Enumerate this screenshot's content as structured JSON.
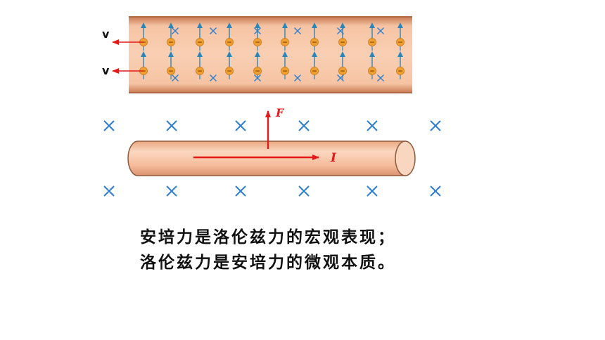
{
  "diagram": {
    "velocity_label": "v",
    "force_label": "F",
    "current_label": "I",
    "electron_sign": "−",
    "field_symbol": "×"
  },
  "caption": {
    "line1": "安培力是洛伦兹力的宏观表现；",
    "line2": "洛伦兹力是安培力的微观本质。"
  },
  "colors": {
    "wire_fill": "#f2b896",
    "wire_edge": "#c9855f",
    "field_mark": "#2f7fd0",
    "arrow": "#e31a1a",
    "electron": "#f0a030",
    "force_arrow_blue": "#2a86b8"
  }
}
